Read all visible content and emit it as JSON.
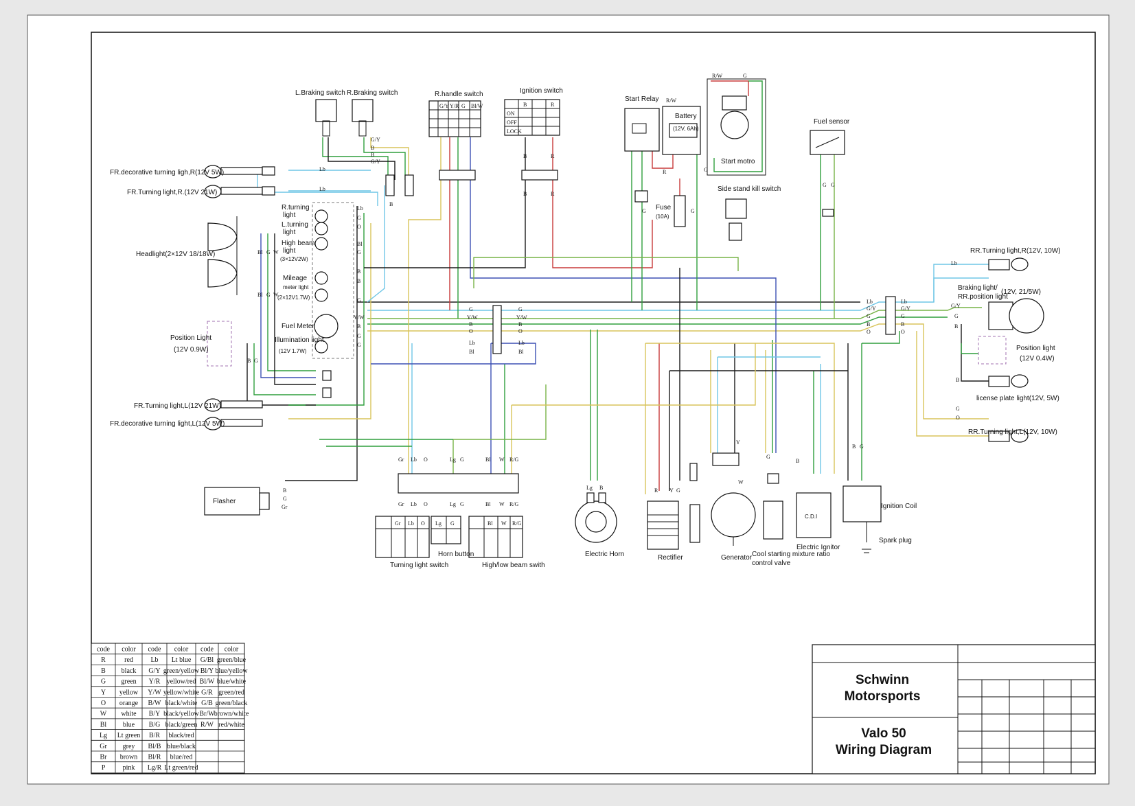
{
  "title_block": {
    "line1": "Schwinn",
    "line2": "Motorsports",
    "line3": "Valo 50",
    "line4": "Wiring Diagram"
  },
  "components": {
    "l_braking": "L.Braking switch",
    "r_braking": "R.Braking switch",
    "r_handle": "R.handle switch",
    "ignition_switch": "Ignition switch",
    "start_relay": "Start Relay",
    "battery": "Battery",
    "battery_spec": "(12V, 6Ah)",
    "start_motor": "Start motro",
    "fuel_sensor": "Fuel sensor",
    "side_stand": "Side stand kill switch",
    "fuse": "Fuse",
    "fuse_spec": "(10A)",
    "fr_deco_r": "FR.decorative turning ligh,R(12V 5W)",
    "fr_turn_r": "FR.Turning light,R.(12V 21W)",
    "headlight": "Headlight(2×12V 18/18W)",
    "r_turning_l1": "R.turning",
    "r_turning_l2": "light",
    "l_turning_l1": "L.turning",
    "l_turning_l2": "light",
    "high_beam_l1": "High beam",
    "high_beam_l2": "light",
    "high_beam_l3": "(3×12V2W)",
    "mileage_l1": "Mileage",
    "mileage_l2": "meter light",
    "mileage_l3": "(2×12V1.7W)",
    "fuel_meter": "Fuel Meter",
    "illum_l1": "Illumination light",
    "illum_l2": "(12V 1.7W)",
    "position_front": "Position Light",
    "position_front_spec": "(12V 0.9W)",
    "fr_turn_l": "FR.Turning light,L(12V 21W)",
    "fr_deco_l": "FR.decorative turning light,L(12V 5W)",
    "flasher": "Flasher",
    "turning_switch": "Turning light switch",
    "horn_button": "Horn button",
    "beam_switch": "High/low beam swith",
    "electric_horn": "Electric Horn",
    "rectifier": "Rectifier",
    "generator": "Generator",
    "cool_valve_l1": "Cool starting mixture ratio",
    "cool_valve_l2": "control valve",
    "ignitor": "Electric Ignitor",
    "cdi": "C.D.I",
    "ignition_coil": "Ignition Coil",
    "spark_plug": "Spark plug",
    "rr_turn_r": "RR.Turning light,R(12V, 10W)",
    "braking_l1": "Braking light/",
    "braking_l2": "RR.position light",
    "braking_spec": "(12V, 21/5W)",
    "position_rear": "Position light",
    "position_rear_spec": "(12V 0.4W)",
    "license": "license plate light(12V, 5W)",
    "rr_turn_l": "RR.Turning light,L(12V, 10W)"
  },
  "switch_tables": {
    "r_handle_cols": [
      "G/Y",
      "Y/R",
      "G",
      "Bl/W"
    ],
    "ignition_cols": [
      "B",
      "R"
    ],
    "ignition_rows": [
      "ON",
      "OFF",
      "LOCK"
    ],
    "turning_cols": [
      "Gr",
      "Lb",
      "O"
    ],
    "horn_cols": [
      "Lg",
      "G"
    ],
    "beam_cols": [
      "Bl",
      "W",
      "R/G"
    ]
  },
  "wire_codes": {
    "Lb": "Lb",
    "G": "G",
    "O": "O",
    "B": "B",
    "Bl": "Bl",
    "W": "W",
    "R": "R",
    "Y": "Y",
    "Gr": "Gr",
    "Lg": "Lg",
    "GY": "G/Y",
    "YW": "Y/W",
    "YR": "Y/R",
    "BlW": "Bl/W",
    "BW": "B/W",
    "RW": "R/W",
    "GBl": "G/Bl",
    "GR": "G/R",
    "BlR": "Bl/R",
    "BlB": "Bl/B",
    "BR": "B/R",
    "GB": "G/B",
    "BY": "B/Y",
    "RG": "R/G",
    "LgR": "Lg/R"
  },
  "legend": {
    "headers": [
      "code",
      "color",
      "code",
      "color",
      "code",
      "color"
    ],
    "rows": [
      [
        "R",
        "red",
        "Lb",
        "Lt blue",
        "G/Bl",
        "green/blue"
      ],
      [
        "B",
        "black",
        "G/Y",
        "green/yellow",
        "Bl/Y",
        "blue/yellow"
      ],
      [
        "G",
        "green",
        "Y/R",
        "yellow/red",
        "Bl/W",
        "blue/white"
      ],
      [
        "Y",
        "yellow",
        "Y/W",
        "yellow/white",
        "G/R",
        "green/red"
      ],
      [
        "O",
        "orange",
        "B/W",
        "black/white",
        "G/B",
        "green/black"
      ],
      [
        "W",
        "white",
        "B/Y",
        "black/yellow",
        "Br/W",
        "brown/white"
      ],
      [
        "Bl",
        "blue",
        "B/G",
        "black/green",
        "R/W",
        "red/white"
      ],
      [
        "Lg",
        "Lt green",
        "B/R",
        "black/red",
        "",
        ""
      ],
      [
        "Gr",
        "grey",
        "Bl/B",
        "blue/black",
        "",
        ""
      ],
      [
        "Br",
        "brown",
        "Bl/R",
        "blue/red",
        "",
        ""
      ],
      [
        "P",
        "pink",
        "Lg/R",
        "Lt green/red",
        "",
        ""
      ]
    ]
  },
  "colors": {
    "lb": "#6fc6e6",
    "g": "#2e9e3c",
    "o": "#d8c45a",
    "b": "#1b1b1b",
    "bl": "#3b4fb3",
    "r": "#c83a3a",
    "gy": "#77b347",
    "ink": "#111111",
    "paper": "#ffffff"
  }
}
